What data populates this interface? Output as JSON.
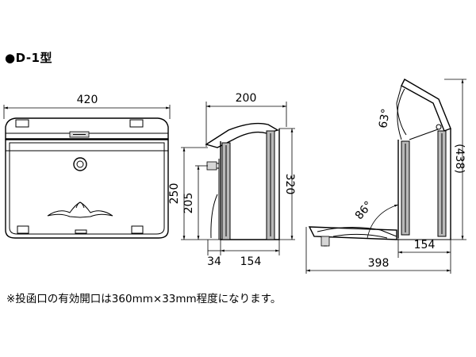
{
  "title": "●D-1型",
  "note": "※投函口の有効開口は360mm×33mm程度になります。",
  "front_view": {
    "width_label": "420"
  },
  "side_view": {
    "depth_label": "200",
    "height_total_label": "320",
    "height_250_label": "250",
    "height_205_label": "205",
    "offset_label": "34",
    "body_depth_label": "154"
  },
  "open_view": {
    "lid_angle_label": "63°",
    "door_angle_label": "86°",
    "height_label": "(438)",
    "body_depth_label": "154",
    "total_depth_label": "398"
  }
}
